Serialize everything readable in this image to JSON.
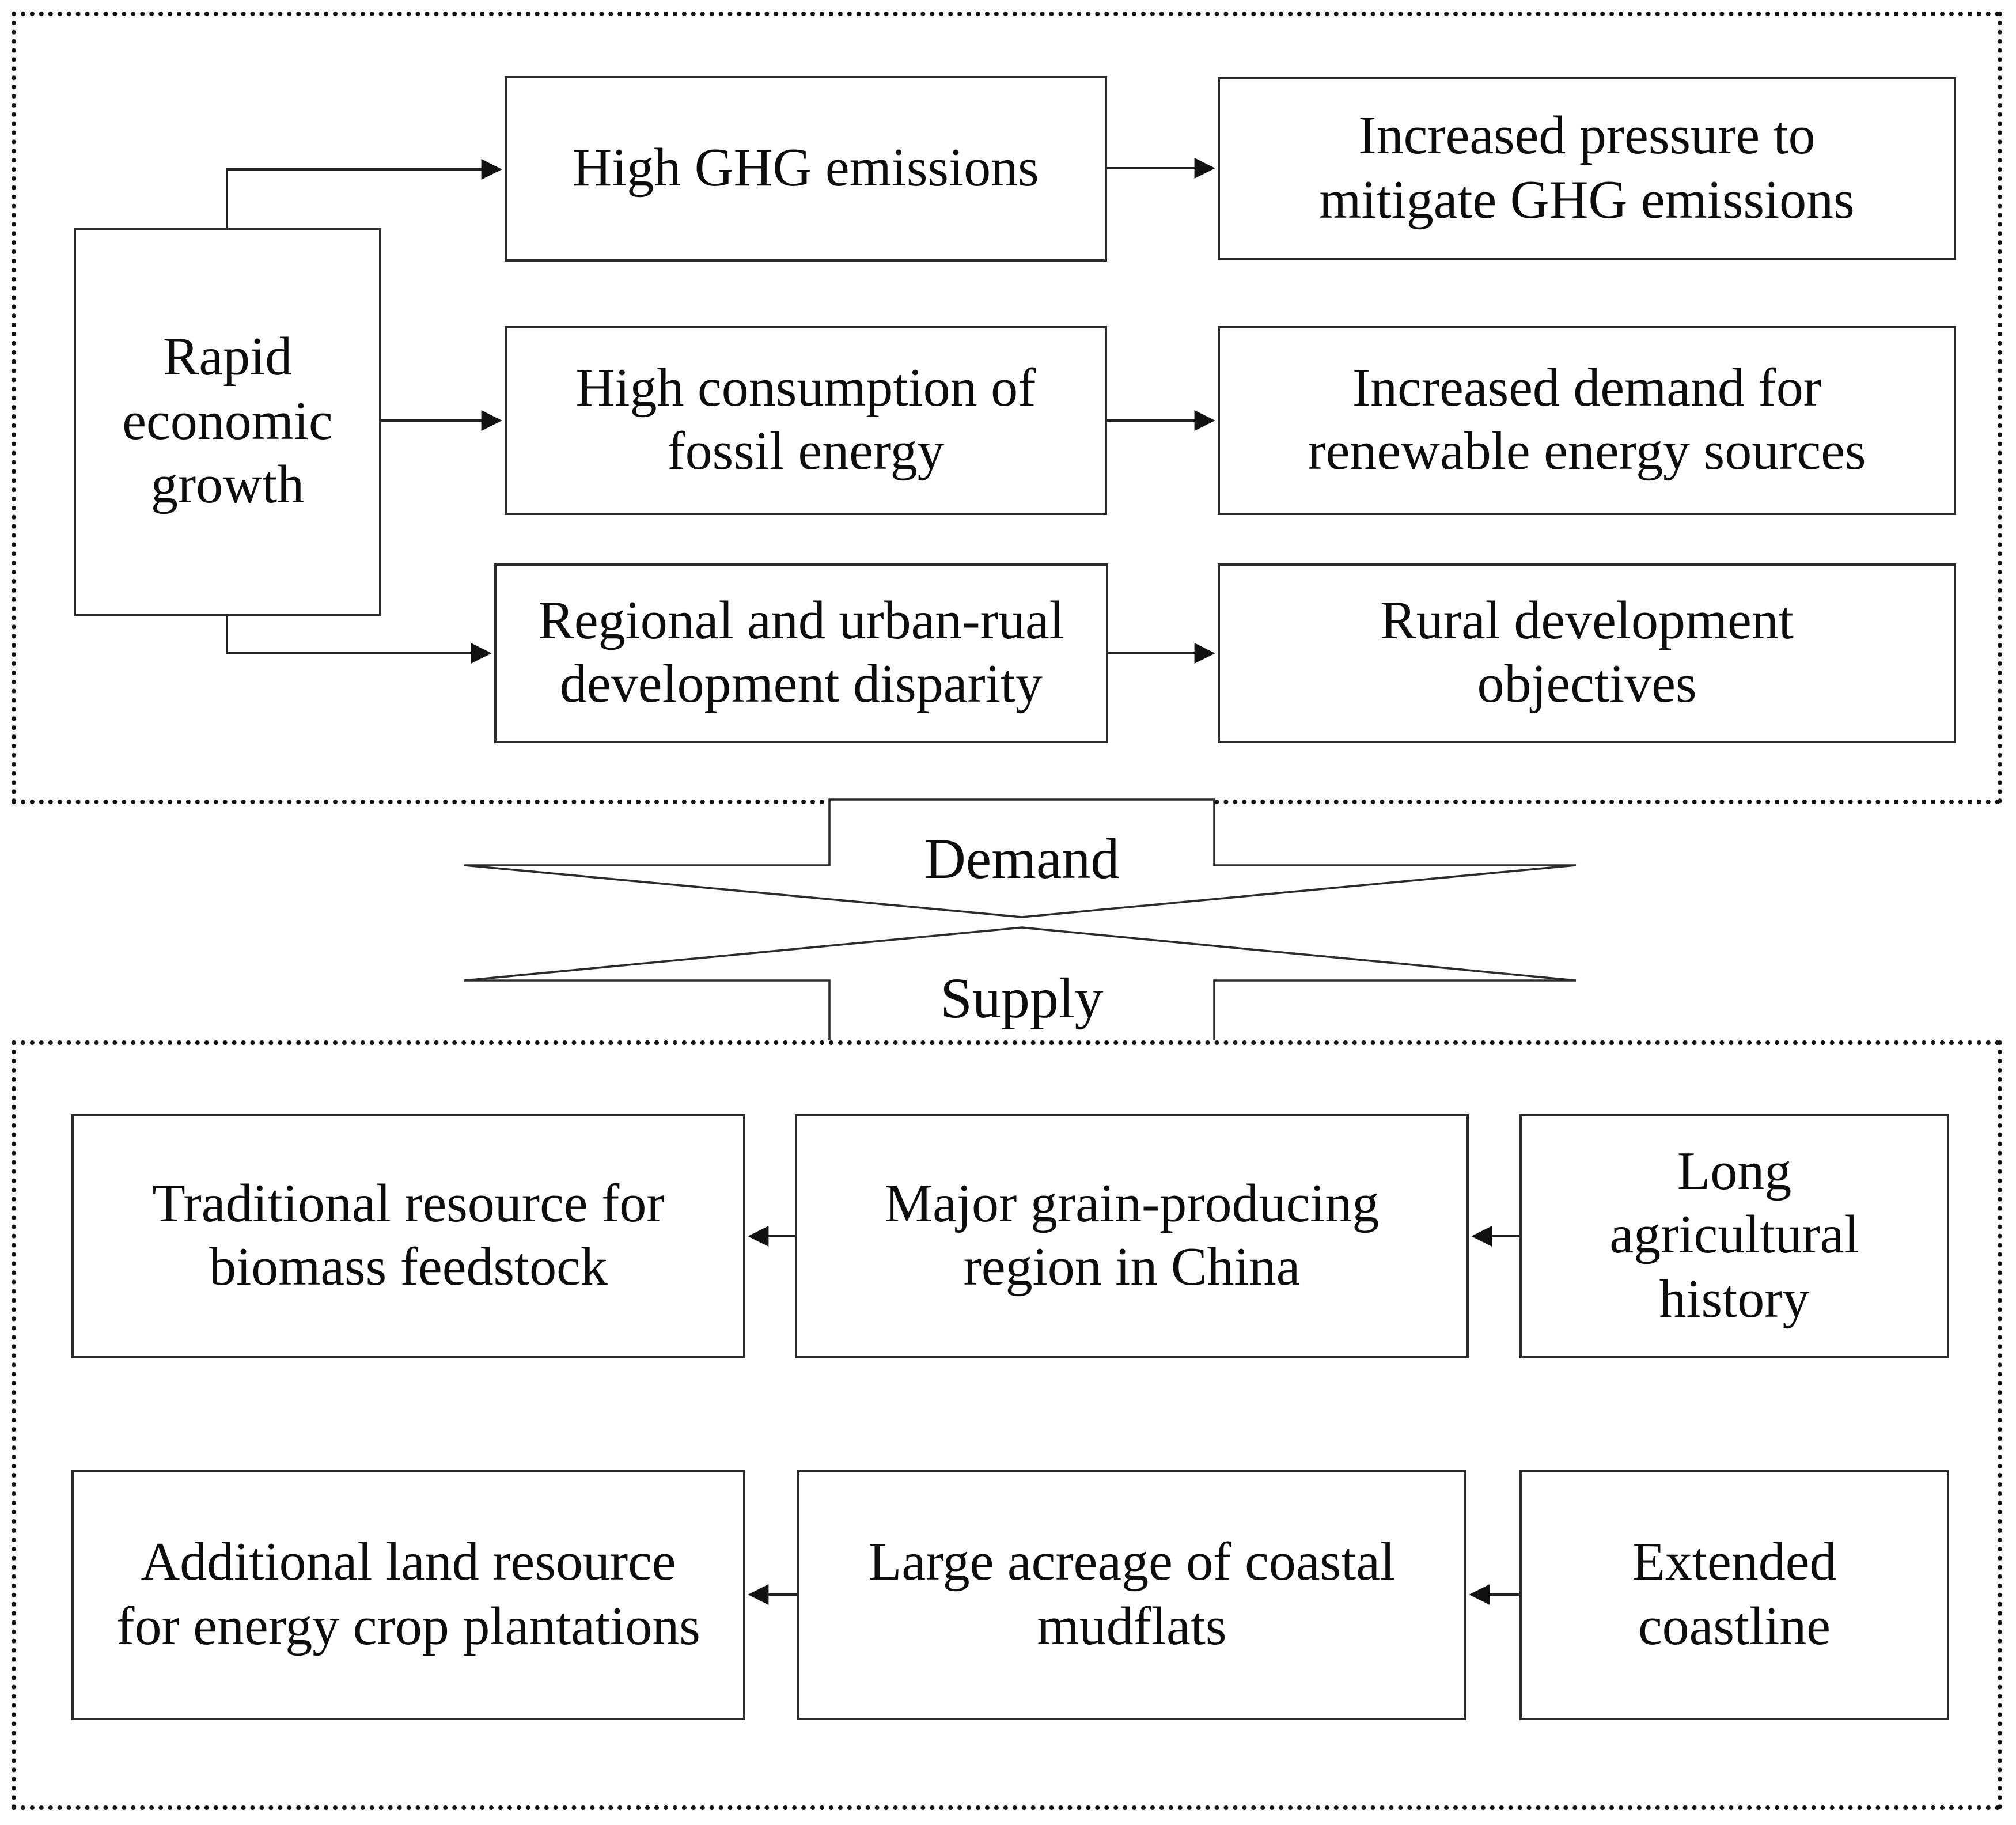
{
  "demand_section": {
    "driver": "Rapid\neconomic\ngrowth",
    "pressures": [
      "High GHG emissions",
      "High consumption of\nfossil energy",
      "Regional and urban-rual\ndevelopment disparity"
    ],
    "outcomes": [
      "Increased pressure to\nmitigate GHG emissions",
      "Increased demand for\nrenewable energy sources",
      "Rural development\nobjectives"
    ]
  },
  "flow": {
    "demand_label": "Demand",
    "supply_label": "Supply"
  },
  "supply_section": {
    "advantages": [
      "Traditional resource for\nbiomass feedstock",
      "Additional land resource\nfor energy crop plantations"
    ],
    "conditions": [
      "Major grain-producing\nregion in China",
      "Large acreage of coastal\nmudflats"
    ],
    "origins": [
      "Long\nagricultural\nhistory",
      "Extended\ncoastline"
    ]
  },
  "style": {
    "line_color": "#1f1f1f",
    "text_color": "#0d0d0d",
    "background": "#ffffff"
  }
}
